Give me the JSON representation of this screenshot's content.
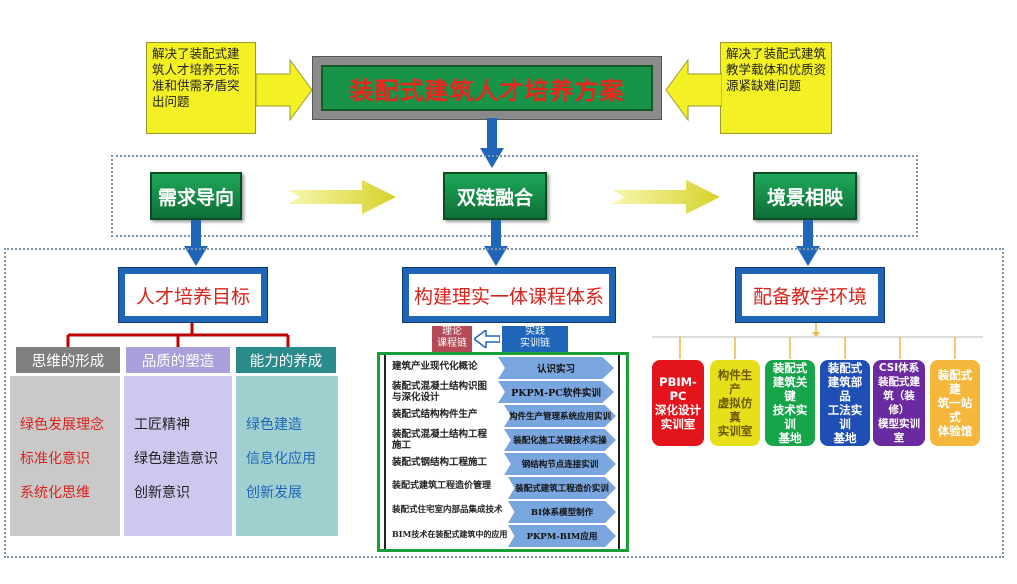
{
  "callouts": {
    "left": "解决了装配式建筑人才培养无标准和供需矛盾突出问题",
    "right": "解决了装配式建筑教学载体和优质资源紧缺难问题"
  },
  "title": "装配式建筑人才培养方案",
  "stages": [
    "需求导向",
    "双链融合",
    "境景相映"
  ],
  "sections": [
    "人才培养目标",
    "构建理实一体课程体系",
    "配备教学环境"
  ],
  "goals": [
    {
      "head": "思维的形成",
      "items": [
        "绿色发展理念",
        "标准化意识",
        "系统化思维"
      ]
    },
    {
      "head": "品质的塑造",
      "items": [
        "工匠精神",
        "绿色建造意识",
        "创新意识"
      ]
    },
    {
      "head": "能力的养成",
      "items": [
        "绿色建造",
        "信息化应用",
        "创新发展"
      ]
    }
  ],
  "chains": {
    "theory": "理论\n课程链",
    "practice": "实践\n实训链"
  },
  "courses": [
    {
      "left": "建筑产业现代化概论",
      "right": "认识实习"
    },
    {
      "left": "装配式混凝土结构识图\n与深化设计",
      "right": "PKPM-PC软件实训"
    },
    {
      "left": "装配式结构构件生产",
      "right": "构件生产管理系统应用实训"
    },
    {
      "left": "装配式混凝土结构工程\n施工",
      "right": "装配化施工关键技术实操"
    },
    {
      "left": "装配式钢结构工程施工",
      "right": "钢结构节点连接实训"
    },
    {
      "left": "装配式建筑工程造价管理",
      "right": "装配式建筑工程造价实训"
    },
    {
      "left": "装配式住宅室内部品集成技术",
      "right": "BI体系模型制作"
    },
    {
      "left": "BIM技术在装配式建筑中的应用",
      "right": "PKPM-BIM应用"
    }
  ],
  "labs": [
    {
      "text": "PBIM-PC\n深化设计\n实训室",
      "color": "#e3141b"
    },
    {
      "text": "构件生产\n虚拟仿真\n实训室",
      "color": "#e7df19"
    },
    {
      "text": "装配式\n建筑关键\n技术实训\n基地",
      "color": "#17a54a"
    },
    {
      "text": "装配式\n建筑部品\n工法实训\n基地",
      "color": "#1e4fb5"
    },
    {
      "text": "CSI体系\n装配式建\n筑（装修）\n模型实训\n室",
      "color": "#6b2aa0"
    },
    {
      "text": "装配式建\n筑一站式\n体验馆",
      "color": "#f4b73c"
    }
  ],
  "colors": {
    "green": "#179448",
    "blue": "#1f66b8",
    "red": "#d9241c",
    "yellow": "#f3f024"
  }
}
